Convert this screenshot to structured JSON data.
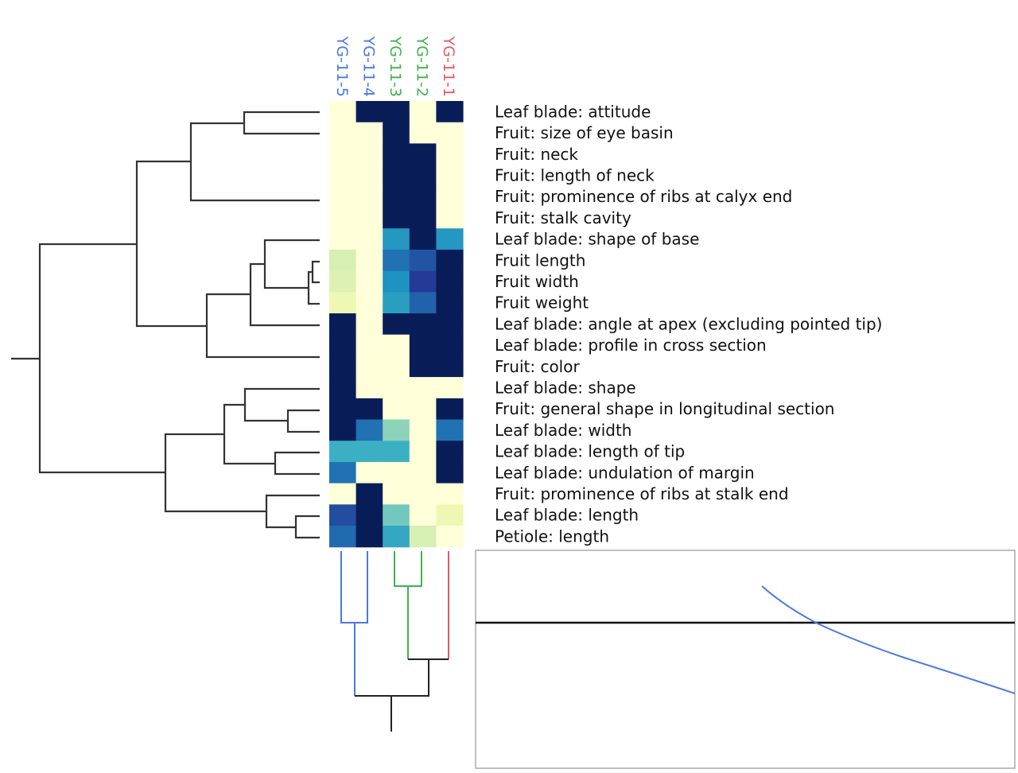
{
  "chart_data": {
    "type": "heatmap",
    "title": "",
    "colormap": "YlGnBu",
    "columns": [
      {
        "label": "YG-11-5",
        "color": "#4a78e6"
      },
      {
        "label": "YG-11-4",
        "color": "#4a78e6"
      },
      {
        "label": "YG-11-3",
        "color": "#3cb44b"
      },
      {
        "label": "YG-11-2",
        "color": "#3cb44b"
      },
      {
        "label": "YG-11-1",
        "color": "#e05a66"
      }
    ],
    "rows": [
      "Leaf blade: attitude",
      "Fruit: size of eye basin",
      "Fruit: neck",
      "Fruit: length of neck",
      "Fruit: prominence of ribs at calyx end",
      "Fruit: stalk cavity",
      "Leaf blade: shape of base",
      "Fruit length",
      "Fruit width",
      "Fruit weight",
      "Leaf blade: angle at apex (excluding pointed tip)",
      "Leaf blade: profile in cross section",
      "Fruit: color",
      "Leaf blade: shape",
      "Fruit: general shape in longitudinal section",
      "Leaf blade: width",
      "Leaf blade: length of tip",
      "Leaf blade: undulation of margin",
      "Fruit: prominence of ribs at stalk end",
      "Leaf blade: length",
      "Petiole: length"
    ],
    "values_note": "normalized intensity 0 (light yellow) to 1 (dark navy), columns ordered YG-11-5, YG-11-4, YG-11-3, YG-11-2, YG-11-1",
    "values": [
      [
        0.0,
        1.0,
        1.0,
        0.0,
        1.0
      ],
      [
        0.0,
        0.0,
        1.0,
        0.0,
        0.0
      ],
      [
        0.0,
        0.0,
        1.0,
        1.0,
        0.0
      ],
      [
        0.0,
        0.0,
        1.0,
        1.0,
        0.0
      ],
      [
        0.0,
        0.0,
        1.0,
        1.0,
        0.0
      ],
      [
        0.0,
        0.0,
        1.0,
        1.0,
        0.0
      ],
      [
        0.0,
        0.0,
        0.6,
        1.0,
        0.6
      ],
      [
        0.2,
        0.0,
        0.7,
        0.78,
        1.0
      ],
      [
        0.18,
        0.0,
        0.62,
        0.86,
        1.0
      ],
      [
        0.12,
        0.0,
        0.58,
        0.74,
        1.0
      ],
      [
        1.0,
        0.0,
        1.0,
        1.0,
        1.0
      ],
      [
        1.0,
        0.0,
        0.0,
        1.0,
        1.0
      ],
      [
        1.0,
        0.0,
        0.0,
        1.0,
        1.0
      ],
      [
        1.0,
        0.0,
        0.0,
        0.0,
        0.0
      ],
      [
        1.0,
        1.0,
        0.0,
        0.0,
        1.0
      ],
      [
        1.0,
        0.7,
        0.35,
        0.0,
        0.7
      ],
      [
        0.52,
        0.52,
        0.52,
        0.0,
        1.0
      ],
      [
        0.7,
        0.0,
        0.0,
        0.0,
        1.0
      ],
      [
        0.0,
        1.0,
        0.0,
        0.0,
        0.0
      ],
      [
        0.8,
        1.0,
        0.4,
        0.0,
        0.12
      ],
      [
        0.72,
        1.0,
        0.55,
        0.2,
        0.0
      ]
    ],
    "row_dendrogram_order": "top-to-bottom as rows",
    "column_dendrogram": {
      "clusters": [
        {
          "members": [
            "YG-11-5",
            "YG-11-4"
          ],
          "color": "#4a78e6"
        },
        {
          "members": [
            "YG-11-3",
            "YG-11-2"
          ],
          "color": "#3cb44b"
        },
        {
          "members": [
            "YG-11-1"
          ],
          "color": "#e05a66"
        }
      ],
      "link_color": "#222222"
    },
    "inset_panel": {
      "horizontal_line_color": "#111111",
      "curve_color": "#4a78e6"
    }
  }
}
